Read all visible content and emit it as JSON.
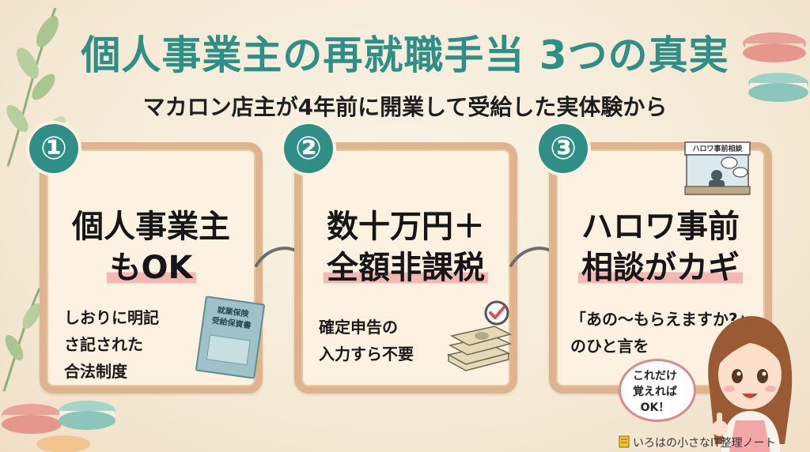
{
  "title": "個人事業主の再就職手当 3つの真実",
  "subtitle": "マカロン店主が4年前に開業して受給した実体験から",
  "cards": [
    {
      "number": "①",
      "heading_line1": "個人事業主",
      "heading_line2": "もOK",
      "body": [
        "しおりに明記",
        "さ記された",
        "合法制度"
      ],
      "booklet_text": [
        "就業保険",
        "受給保資書"
      ]
    },
    {
      "number": "②",
      "heading_line1": "数十万円＋",
      "heading_line2": "全額非課税",
      "body": [
        "確定申告の",
        "入力すら不要"
      ]
    },
    {
      "number": "③",
      "heading_line1": "ハロワ事前",
      "heading_line2": "相談がカギ",
      "body": [
        "「あの〜もらえますか?」",
        "のひと言を"
      ],
      "booth_label": "ハロワ事前相談"
    }
  ],
  "bubble": [
    "これだけ",
    "覚えれば",
    "OK！"
  ],
  "footer": "いろはの小さなIT整理ノート",
  "colors": {
    "accent": "#2f8f87",
    "frame": "#ddb48e",
    "highlight": "#f3b8b3",
    "background": "#f6ecdc"
  }
}
